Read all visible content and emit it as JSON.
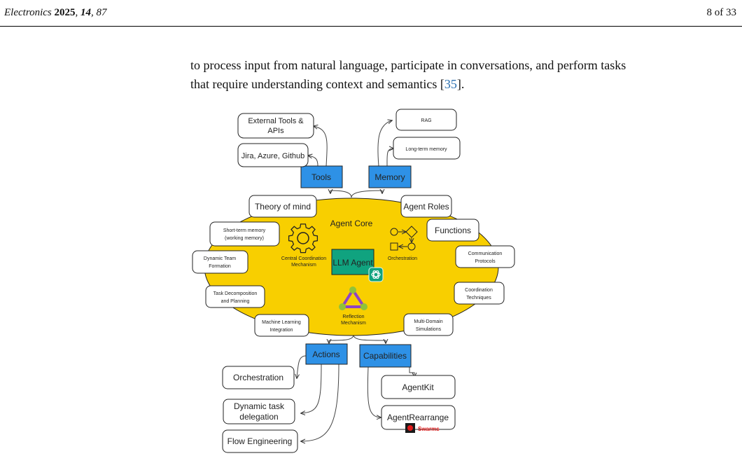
{
  "header": {
    "journal": "Electronics",
    "year": "2025",
    "volume": "14",
    "article": "87",
    "page": "8 of 33"
  },
  "paragraph": {
    "line1": "to process input from natural language, participate in conversations, and perform tasks",
    "line2_before": "that require understanding context and semantics [",
    "citation": "35",
    "line2_after": "]."
  },
  "figure": {
    "core_label": "Agent Core",
    "llm_agent": "LLM Agent",
    "central_mechanism": [
      "Central Coordination",
      "Mechanism"
    ],
    "orchestration_icon_label": "Orchestration",
    "reflection": [
      "Reflection",
      "Mechanism"
    ],
    "hubs": {
      "tools": "Tools",
      "memory": "Memory",
      "actions": "Actions",
      "capabilities": "Capabilities"
    },
    "tools_items": [
      [
        "External Tools &",
        "APIs"
      ],
      [
        "Jira, Azure, Github"
      ]
    ],
    "memory_items": [
      "RAG",
      "Long-term memory"
    ],
    "left_items": {
      "theory_of_mind": "Theory of mind",
      "short_term_memory": [
        "Short-term memory",
        "(working memory)"
      ],
      "dynamic_team": [
        "Dynamic Team",
        "Formation"
      ],
      "task_decomposition": [
        "Task Decomposition",
        "and Planning"
      ],
      "machine_learning": [
        "Machine Learning",
        "Integration"
      ]
    },
    "right_items": {
      "agent_roles": "Agent Roles",
      "functions": "Functions",
      "communication": [
        "Communication",
        "Protocols"
      ],
      "coordination": [
        "Coordination",
        "Techniques"
      ],
      "multi_domain": [
        "Multi-Domain",
        "Simulations"
      ]
    },
    "actions_items": [
      "Orchestration",
      [
        "Dynamic task",
        "delegation"
      ],
      "Flow Engineering"
    ],
    "capabilities_items": [
      "AgentKit",
      "AgentRearrange"
    ],
    "swarms_logo": "Swarms"
  },
  "colors": {
    "ellipse": "#f8cf00",
    "hub": "#2e91e6",
    "llm_box": "#10a37f",
    "triangle_node": "#8fc33a",
    "triangle_edge": "#8e44c6",
    "citation": "#2a6fb0",
    "swarms_red": "#e11b1b"
  }
}
